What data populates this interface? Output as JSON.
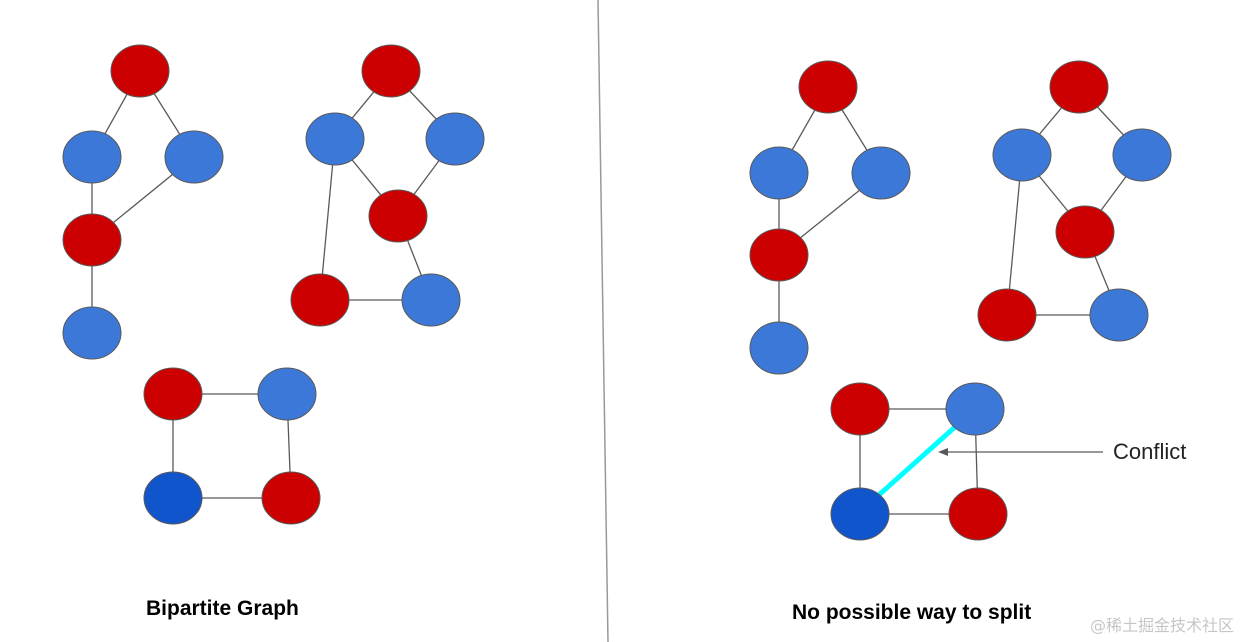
{
  "colors": {
    "red": "#cc0000",
    "blue": "#3c78d8",
    "dark_blue": "#1155cc",
    "edge": "#595959",
    "node_stroke": "#595959",
    "conflict_edge": "#00ffff",
    "divider": "#999999"
  },
  "labels": {
    "left_caption": "Bipartite Graph",
    "right_caption": "No possible way to split",
    "conflict": "Conflict",
    "watermark": "@稀土掘金技术社区"
  },
  "graphs": {
    "left": {
      "nodes": [
        {
          "id": "a1",
          "color": "red"
        },
        {
          "id": "a2",
          "color": "blue"
        },
        {
          "id": "a3",
          "color": "blue"
        },
        {
          "id": "a4",
          "color": "red"
        },
        {
          "id": "a5",
          "color": "blue"
        },
        {
          "id": "b1",
          "color": "red"
        },
        {
          "id": "b2",
          "color": "blue"
        },
        {
          "id": "b3",
          "color": "blue"
        },
        {
          "id": "b4",
          "color": "red"
        },
        {
          "id": "b5",
          "color": "red"
        },
        {
          "id": "b6",
          "color": "blue"
        },
        {
          "id": "c1",
          "color": "red"
        },
        {
          "id": "c2",
          "color": "blue"
        },
        {
          "id": "c3",
          "color": "dark_blue"
        },
        {
          "id": "c4",
          "color": "red"
        }
      ],
      "edges": [
        [
          "a1",
          "a2"
        ],
        [
          "a1",
          "a3"
        ],
        [
          "a2",
          "a4"
        ],
        [
          "a3",
          "a4"
        ],
        [
          "a4",
          "a5"
        ],
        [
          "b1",
          "b2"
        ],
        [
          "b1",
          "b3"
        ],
        [
          "b2",
          "b4"
        ],
        [
          "b3",
          "b4"
        ],
        [
          "b2",
          "b5"
        ],
        [
          "b4",
          "b6"
        ],
        [
          "b5",
          "b6"
        ],
        [
          "c1",
          "c2"
        ],
        [
          "c1",
          "c3"
        ],
        [
          "c2",
          "c4"
        ],
        [
          "c3",
          "c4"
        ]
      ]
    },
    "right": {
      "nodes": [
        {
          "id": "a1",
          "color": "red"
        },
        {
          "id": "a2",
          "color": "blue"
        },
        {
          "id": "a3",
          "color": "blue"
        },
        {
          "id": "a4",
          "color": "red"
        },
        {
          "id": "a5",
          "color": "blue"
        },
        {
          "id": "b1",
          "color": "red"
        },
        {
          "id": "b2",
          "color": "blue"
        },
        {
          "id": "b3",
          "color": "blue"
        },
        {
          "id": "b4",
          "color": "red"
        },
        {
          "id": "b5",
          "color": "red"
        },
        {
          "id": "b6",
          "color": "blue"
        },
        {
          "id": "c1",
          "color": "red"
        },
        {
          "id": "c2",
          "color": "blue"
        },
        {
          "id": "c3",
          "color": "dark_blue"
        },
        {
          "id": "c4",
          "color": "red"
        }
      ],
      "edges": [
        [
          "a1",
          "a2"
        ],
        [
          "a1",
          "a3"
        ],
        [
          "a2",
          "a4"
        ],
        [
          "a3",
          "a4"
        ],
        [
          "a4",
          "a5"
        ],
        [
          "b1",
          "b2"
        ],
        [
          "b1",
          "b3"
        ],
        [
          "b2",
          "b4"
        ],
        [
          "b3",
          "b4"
        ],
        [
          "b2",
          "b5"
        ],
        [
          "b4",
          "b6"
        ],
        [
          "b5",
          "b6"
        ],
        [
          "c1",
          "c2"
        ],
        [
          "c1",
          "c3"
        ],
        [
          "c2",
          "c4"
        ],
        [
          "c3",
          "c4"
        ]
      ],
      "conflict_edge": [
        "c2",
        "c3"
      ]
    }
  }
}
